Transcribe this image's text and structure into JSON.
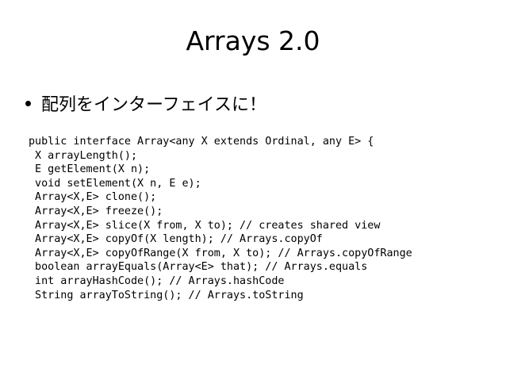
{
  "slide": {
    "title": "Arrays 2.0",
    "bullet": "配列をインターフェイスに！",
    "code_lines": [
      "public interface Array<any X extends Ordinal, any E> {",
      " X arrayLength();",
      " E getElement(X n);",
      " void setElement(X n, E e);",
      " Array<X,E> clone();",
      " Array<X,E> freeze();",
      " Array<X,E> slice(X from, X to); // creates shared view",
      " Array<X,E> copyOf(X length); // Arrays.copyOf",
      " Array<X,E> copyOfRange(X from, X to); // Arrays.copyOfRange",
      " boolean arrayEquals(Array<E> that); // Arrays.equals",
      " int arrayHashCode(); // Arrays.hashCode",
      " String arrayToString(); // Arrays.toString"
    ]
  }
}
